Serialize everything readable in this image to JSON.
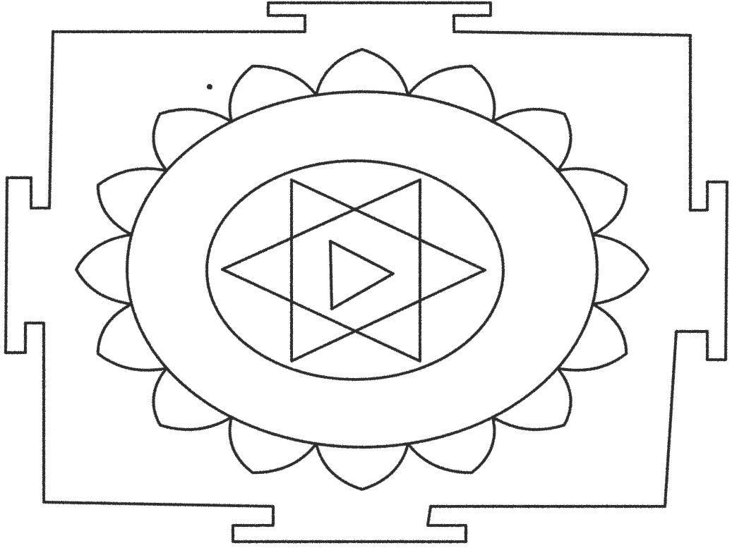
{
  "drawing": {
    "subject": "yantra-line-drawing",
    "ink_color": "#2f2f2f",
    "background_color": "#ffffff",
    "elements": {
      "outer_square_gates": 4,
      "lotus_petals": 16,
      "concentric_ellipses": 2,
      "interlocking_triangles": 2,
      "inner_triangle": 1
    }
  }
}
